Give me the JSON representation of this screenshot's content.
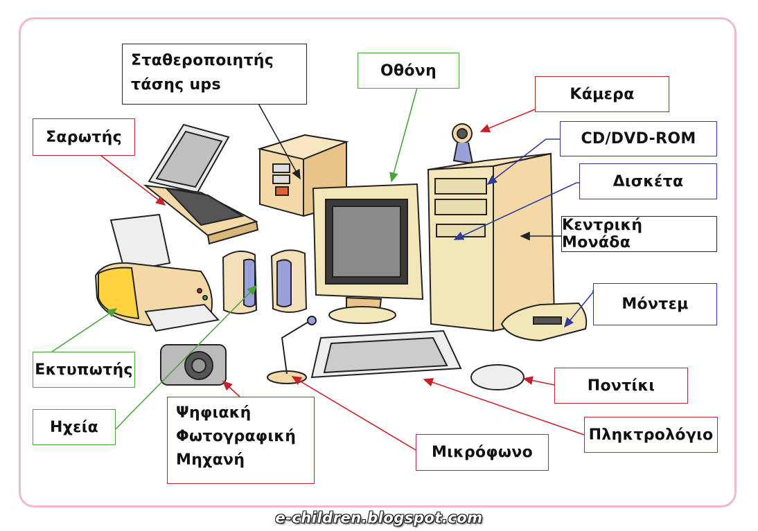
{
  "labels": {
    "stabilizer_line1": "Σταθεροποιητής",
    "stabilizer_line2": "τάσης ups",
    "monitor": "Οθόνη",
    "camera": "Κάμερα",
    "scanner": "Σαρωτής",
    "cd_rom": "CD/DVD-ROM",
    "floppy": "Δισκέτα",
    "cpu": "Κεντρική Μονάδα",
    "modem": "Μόντεμ",
    "printer": "Εκτυπωτής",
    "speakers": "Ηχεία",
    "digicam_line1": "Ψηφιακή",
    "digicam_line2": "Φωτογραφική",
    "digicam_line3": "Μηχανή",
    "mouse": "Ποντίκι",
    "keyboard": "Πληκτρολόγιο",
    "microphone": "Μικρόφωνο"
  },
  "watermark": "e-children.blogspot.com",
  "colors": {
    "frame": "#f2b6d0",
    "red_connector": "#c8202a",
    "green_connector": "#4aa23a",
    "blue_connector": "#303a9a",
    "black_connector": "#222222"
  }
}
